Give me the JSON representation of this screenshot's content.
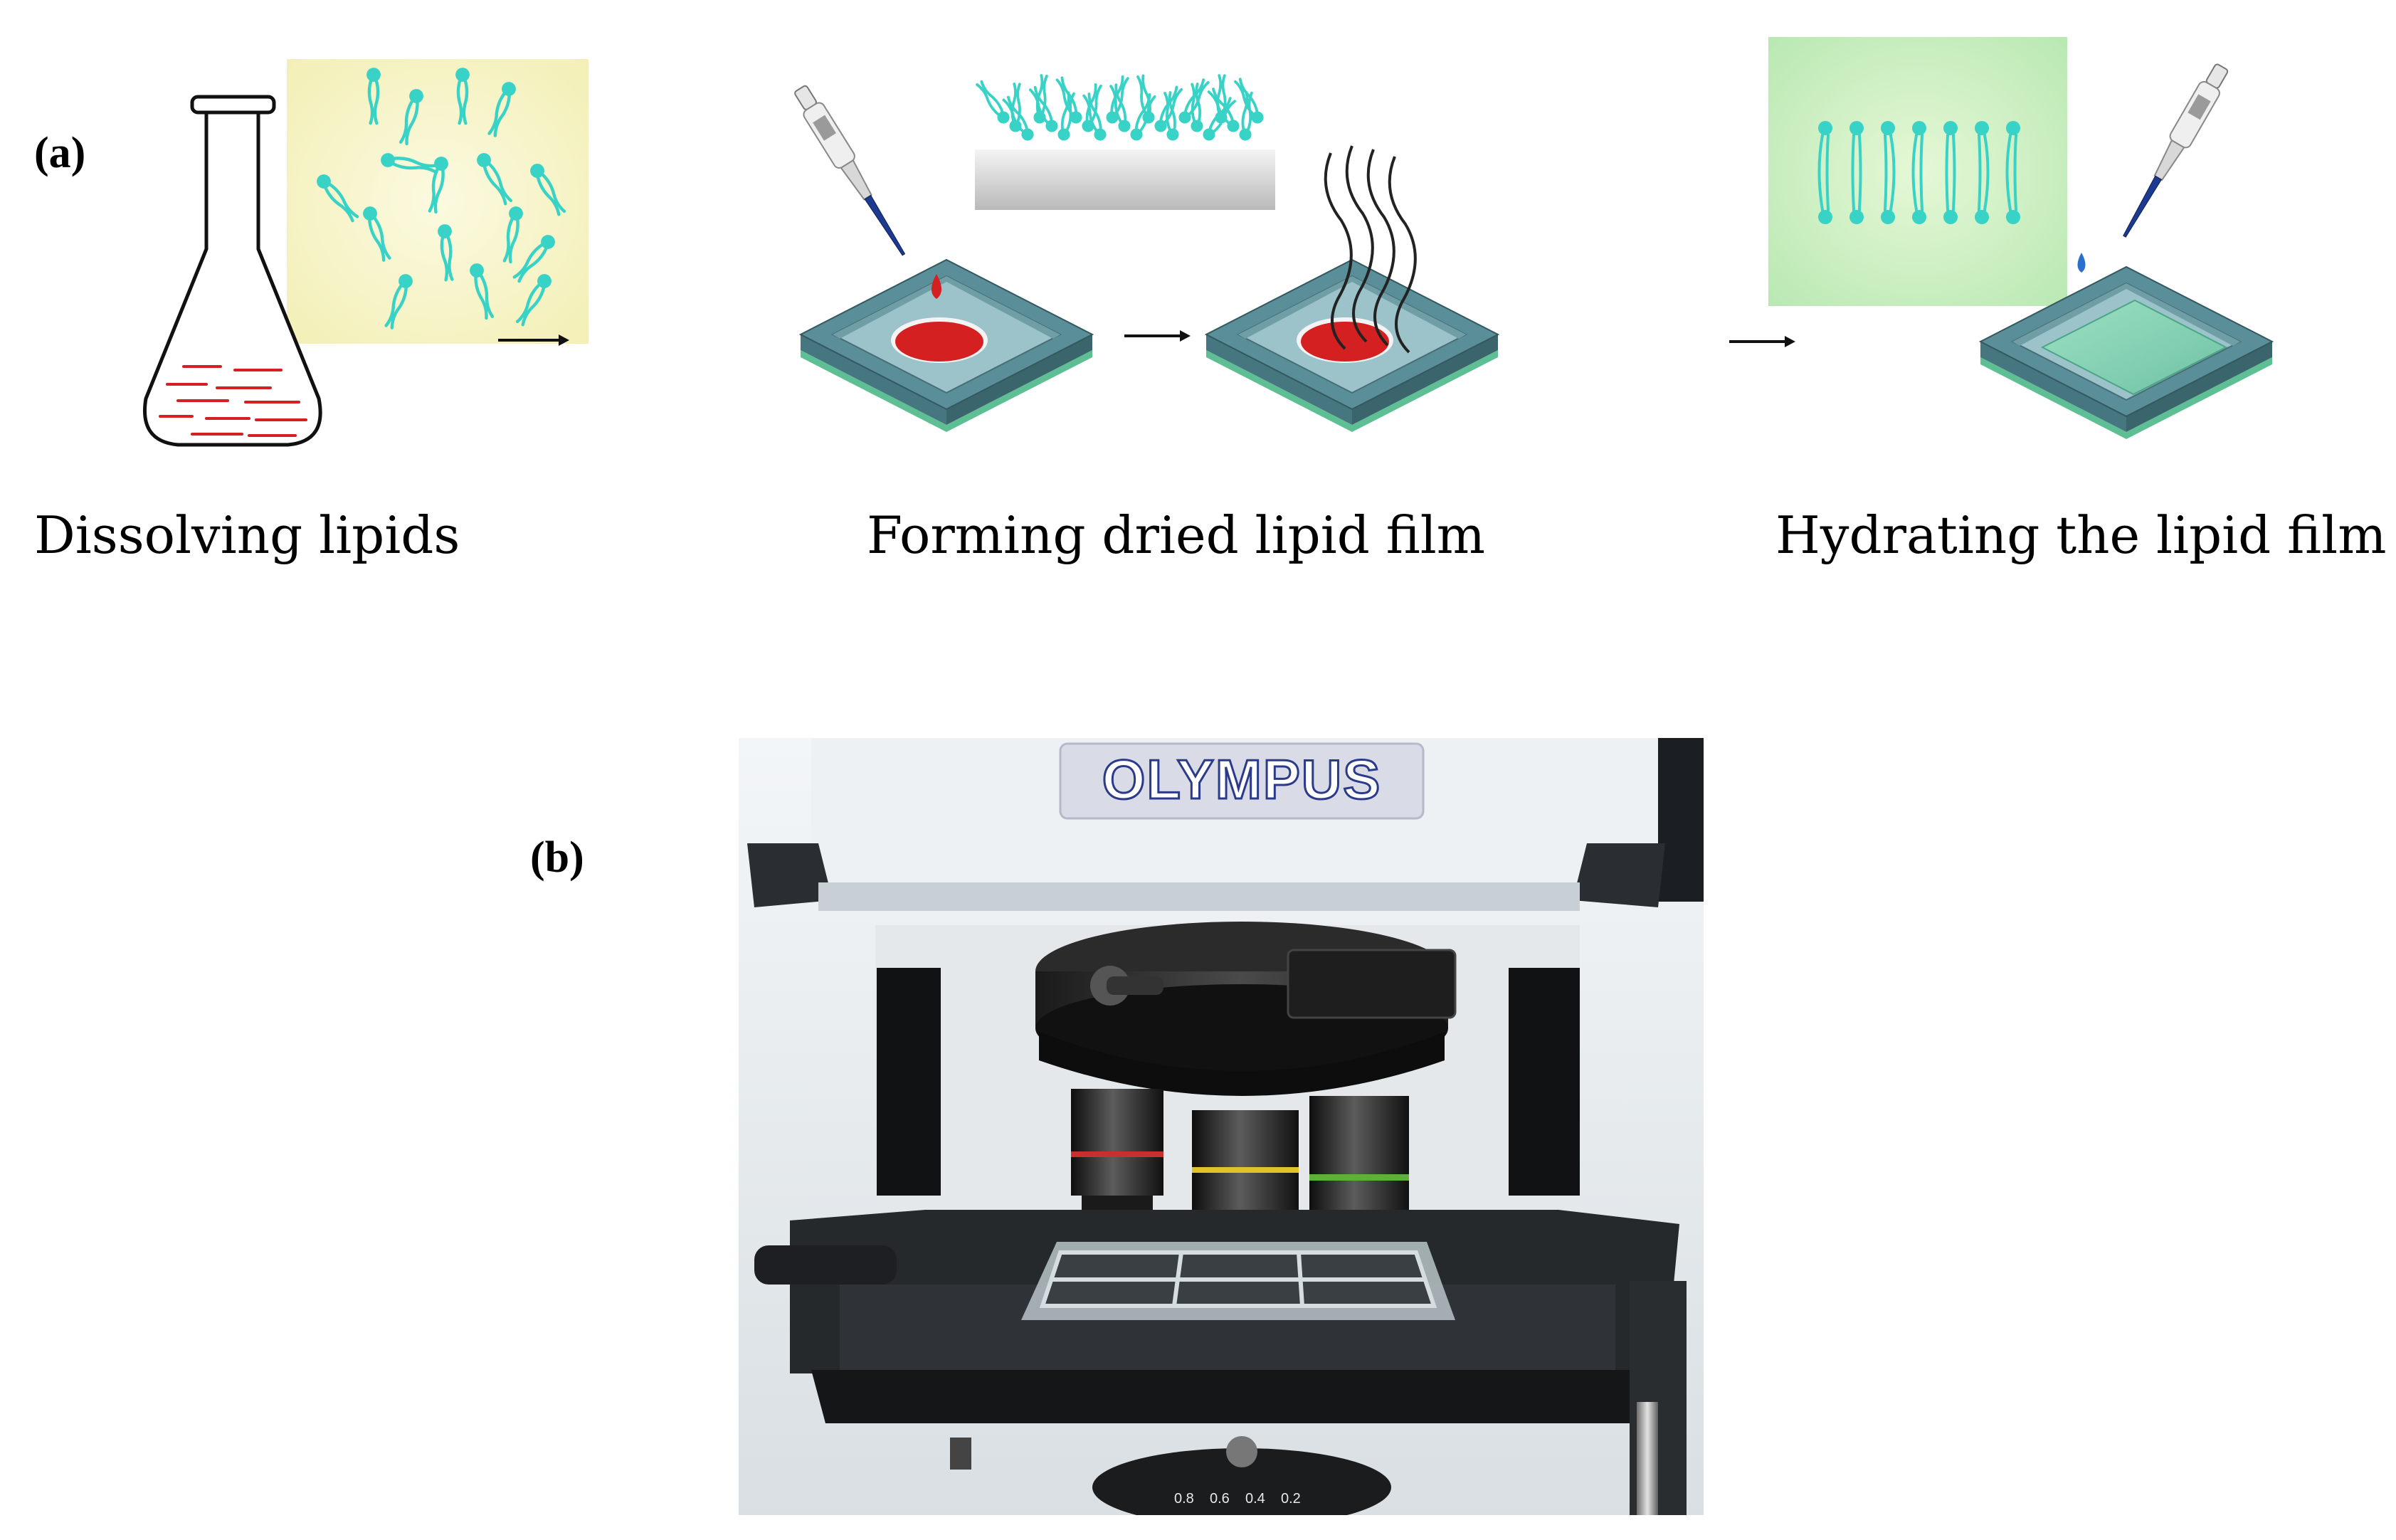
{
  "panels": {
    "a": {
      "label": "(a)"
    },
    "b": {
      "label": "(b)"
    }
  },
  "steps": [
    {
      "caption": "Dissolving lipids"
    },
    {
      "caption": "Forming dried lipid film"
    },
    {
      "caption": "Hydrating the lipid film"
    }
  ],
  "photo": {
    "brand": "OLYMPUS",
    "stage_scale": [
      "0.8",
      "0.6",
      "0.4",
      "0.2"
    ]
  },
  "colors": {
    "lipid": "#38d2c6",
    "solution": "#d42020",
    "chamber": "#5a8f99",
    "chamber_inner": "#9cc3ca",
    "green_bg": "#cdeec0",
    "yellow_bg": "#f7f5c9",
    "glass": "#7fcfb0"
  }
}
